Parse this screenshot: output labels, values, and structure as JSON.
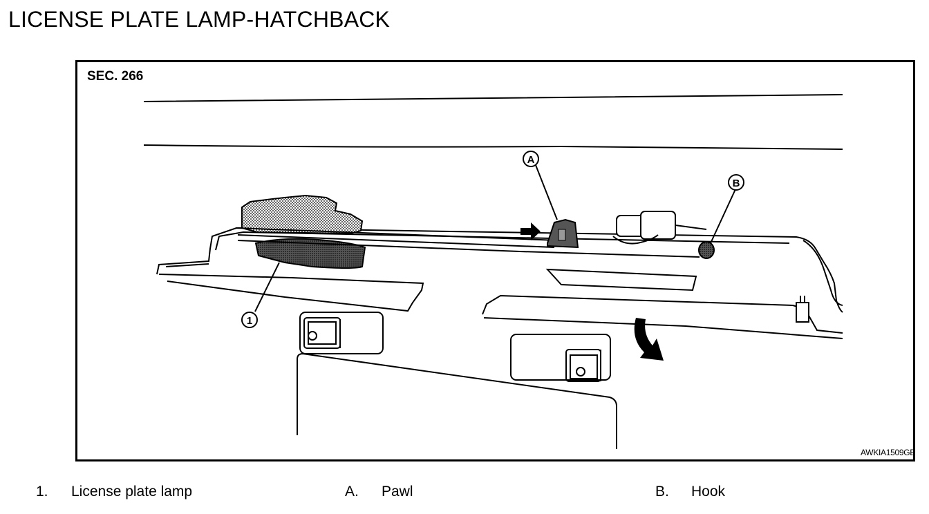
{
  "title": "LICENSE PLATE LAMP-HATCHBACK",
  "figure": {
    "section": "SEC. 266",
    "code": "AWKIA1509GB",
    "callouts": {
      "lamp": "1",
      "pawl": "A",
      "hook": "B"
    }
  },
  "legend": [
    {
      "key": "1.",
      "text": "License plate lamp"
    },
    {
      "key": "A.",
      "text": "Pawl"
    },
    {
      "key": "B.",
      "text": "Hook"
    }
  ]
}
